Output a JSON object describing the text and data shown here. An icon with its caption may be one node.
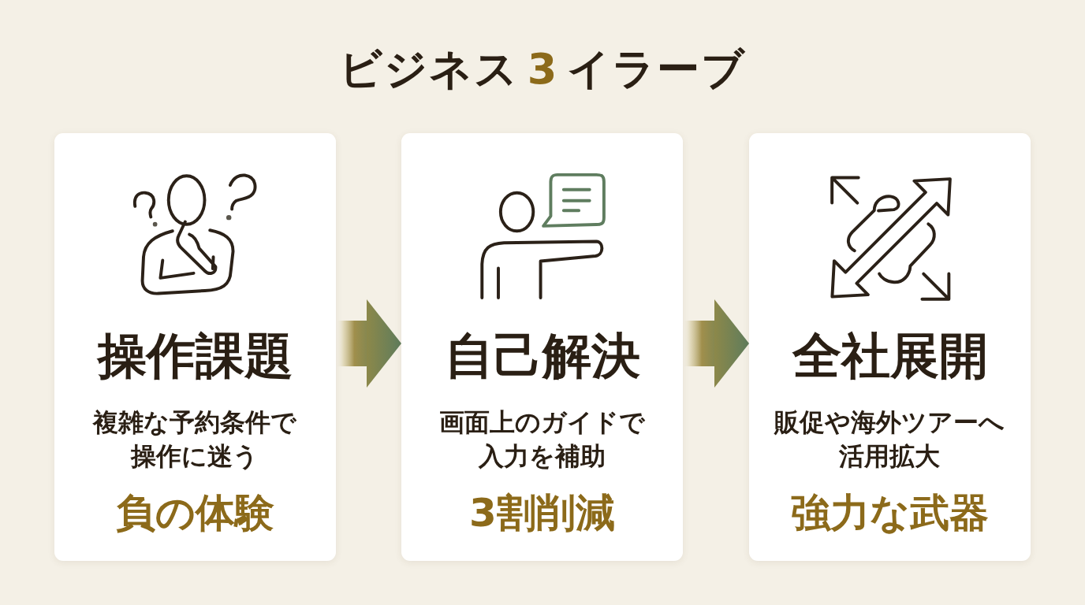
{
  "diagram": {
    "title": "ビジネス**3**イラーブ",
    "nodes": [
      {
        "text": [
          "操作課題",
          "複雑な予約条件で操作に迷う",
          "負の体験"
        ]
      },
      {
        "text": [
          "自己解決",
          "画面上のガイドで入力を補助",
          "3割削減"
        ]
      },
      {
        "text": [
          "全社展開",
          "販促や海外ツアーへ活用拡大",
          "強力な武器"
        ]
      }
    ],
    "edges": [
      {
        "from": 0,
        "to": 1,
        "arrow": "to"
      },
      {
        "from": 1,
        "to": 2,
        "arrow": "to"
      }
    ]
  }
}
